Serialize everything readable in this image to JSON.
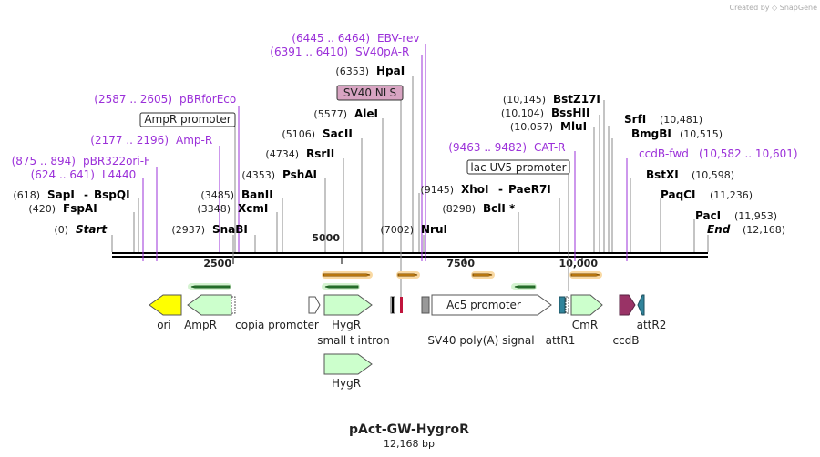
{
  "credit": "Created by ◇ SnapGene",
  "plasmid": {
    "name": "pAct-GW-HygroR",
    "length_label": "12,168 bp"
  },
  "axis": {
    "ticks": [
      "2500",
      "5000",
      "7500",
      "10,000"
    ]
  },
  "enzymes": [
    {
      "pos": "(6353)",
      "name": "HpaI"
    },
    {
      "pos": "(5577)",
      "name": "AleI"
    },
    {
      "pos": "(5106)",
      "name": "SacII"
    },
    {
      "pos": "(4734)",
      "name": "RsrII"
    },
    {
      "pos": "(4353)",
      "name": "PshAI"
    },
    {
      "pos": "(3485)",
      "name": "BanII"
    },
    {
      "pos": "(3348)",
      "name": "XcmI"
    },
    {
      "pos": "(2937)",
      "name": "SnaBI"
    },
    {
      "pos": "(618)",
      "name": "SapI"
    },
    {
      "pos": "",
      "name": "BspQI",
      "dash": "-"
    },
    {
      "pos": "(420)",
      "name": "FspAI"
    },
    {
      "pos": "(0)",
      "name": "Start"
    },
    {
      "pos": "(10,145)",
      "name": "BstZ17I"
    },
    {
      "pos": "(10,104)",
      "name": "BssHII"
    },
    {
      "pos": "(10,057)",
      "name": "MluI"
    },
    {
      "pos": "(10,481)",
      "name": "SrfI",
      "pos_right": true
    },
    {
      "pos": "(10,515)",
      "name": "BmgBI",
      "pos_right": true
    },
    {
      "pos": "(10,598)",
      "name": "BstXI",
      "pos_right": true
    },
    {
      "pos": "(11,236)",
      "name": "PaqCI",
      "pos_right": true
    },
    {
      "pos": "(11,953)",
      "name": "PacI",
      "pos_right": true
    },
    {
      "pos": "(12,168)",
      "name": "End",
      "pos_right": true
    },
    {
      "pos": "(9145)",
      "name": "XhoI"
    },
    {
      "pos": "",
      "name": "PaeR7I",
      "dash": "-"
    },
    {
      "pos": "(8298)",
      "name": "BclI *"
    },
    {
      "pos": "(7002)",
      "name": "NruI"
    }
  ],
  "primers": [
    {
      "range": "(6445 .. 6464)",
      "name": "EBV-rev"
    },
    {
      "range": "(6391 .. 6410)",
      "name": "SV40pA-R"
    },
    {
      "range": "(2587 .. 2605)",
      "name": "pBRforEco"
    },
    {
      "range": "(2177 .. 2196)",
      "name": "Amp-R"
    },
    {
      "range": "(875 .. 894)",
      "name": "pBR322ori-F"
    },
    {
      "range": "(624 .. 641)",
      "name": "L4440"
    },
    {
      "range": "(9463 .. 9482)",
      "name": "CAT-R"
    },
    {
      "range": "(10,582 .. 10,601)",
      "name": "ccdB-fwd"
    }
  ],
  "boxed_features": {
    "sv40_nls": "SV40 NLS",
    "ampr_promoter": "AmpR promoter",
    "lac_uv5": "lac UV5 promoter",
    "ac5_promoter": "Ac5 promoter"
  },
  "features": [
    {
      "name": "ori"
    },
    {
      "name": "AmpR"
    },
    {
      "name": "copia promoter"
    },
    {
      "name": "HygR"
    },
    {
      "name": "small t intron"
    },
    {
      "name": "SV40 poly(A) signal"
    },
    {
      "name": "attR1"
    },
    {
      "name": "CmR"
    },
    {
      "name": "ccdB"
    },
    {
      "name": "attR2"
    },
    {
      "name": "HygR"
    }
  ],
  "colors": {
    "primer": "#9b30d9",
    "ori": "#ffff00",
    "cds": "#ccffcc",
    "ccdb": "#993366",
    "att": "#31849b",
    "orange_arrow": "#f7a21b",
    "green_arrow": "#2e7d32",
    "nls_box": "#d8a4c2"
  }
}
